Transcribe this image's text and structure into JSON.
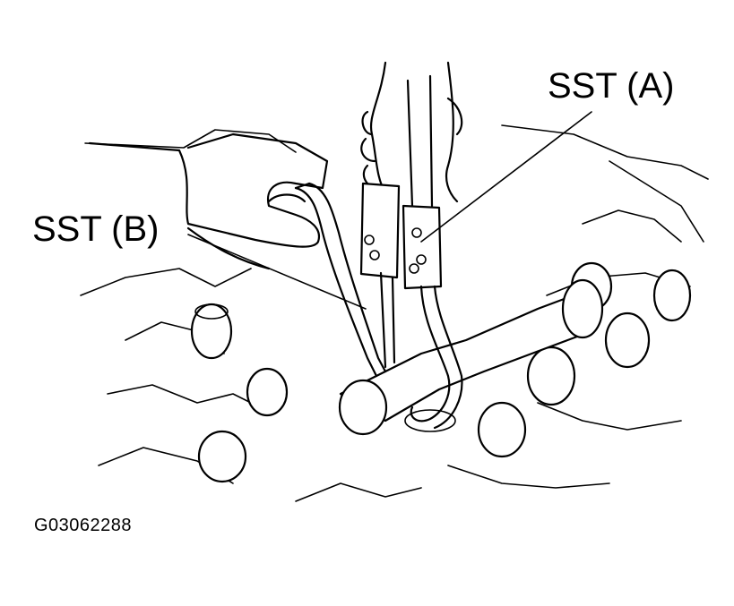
{
  "labels": {
    "sst_a": "SST (A)",
    "sst_b": "SST (B)",
    "figure_id": "G03062288"
  },
  "colors": {
    "ink": "#000000",
    "paper": "#ffffff"
  }
}
